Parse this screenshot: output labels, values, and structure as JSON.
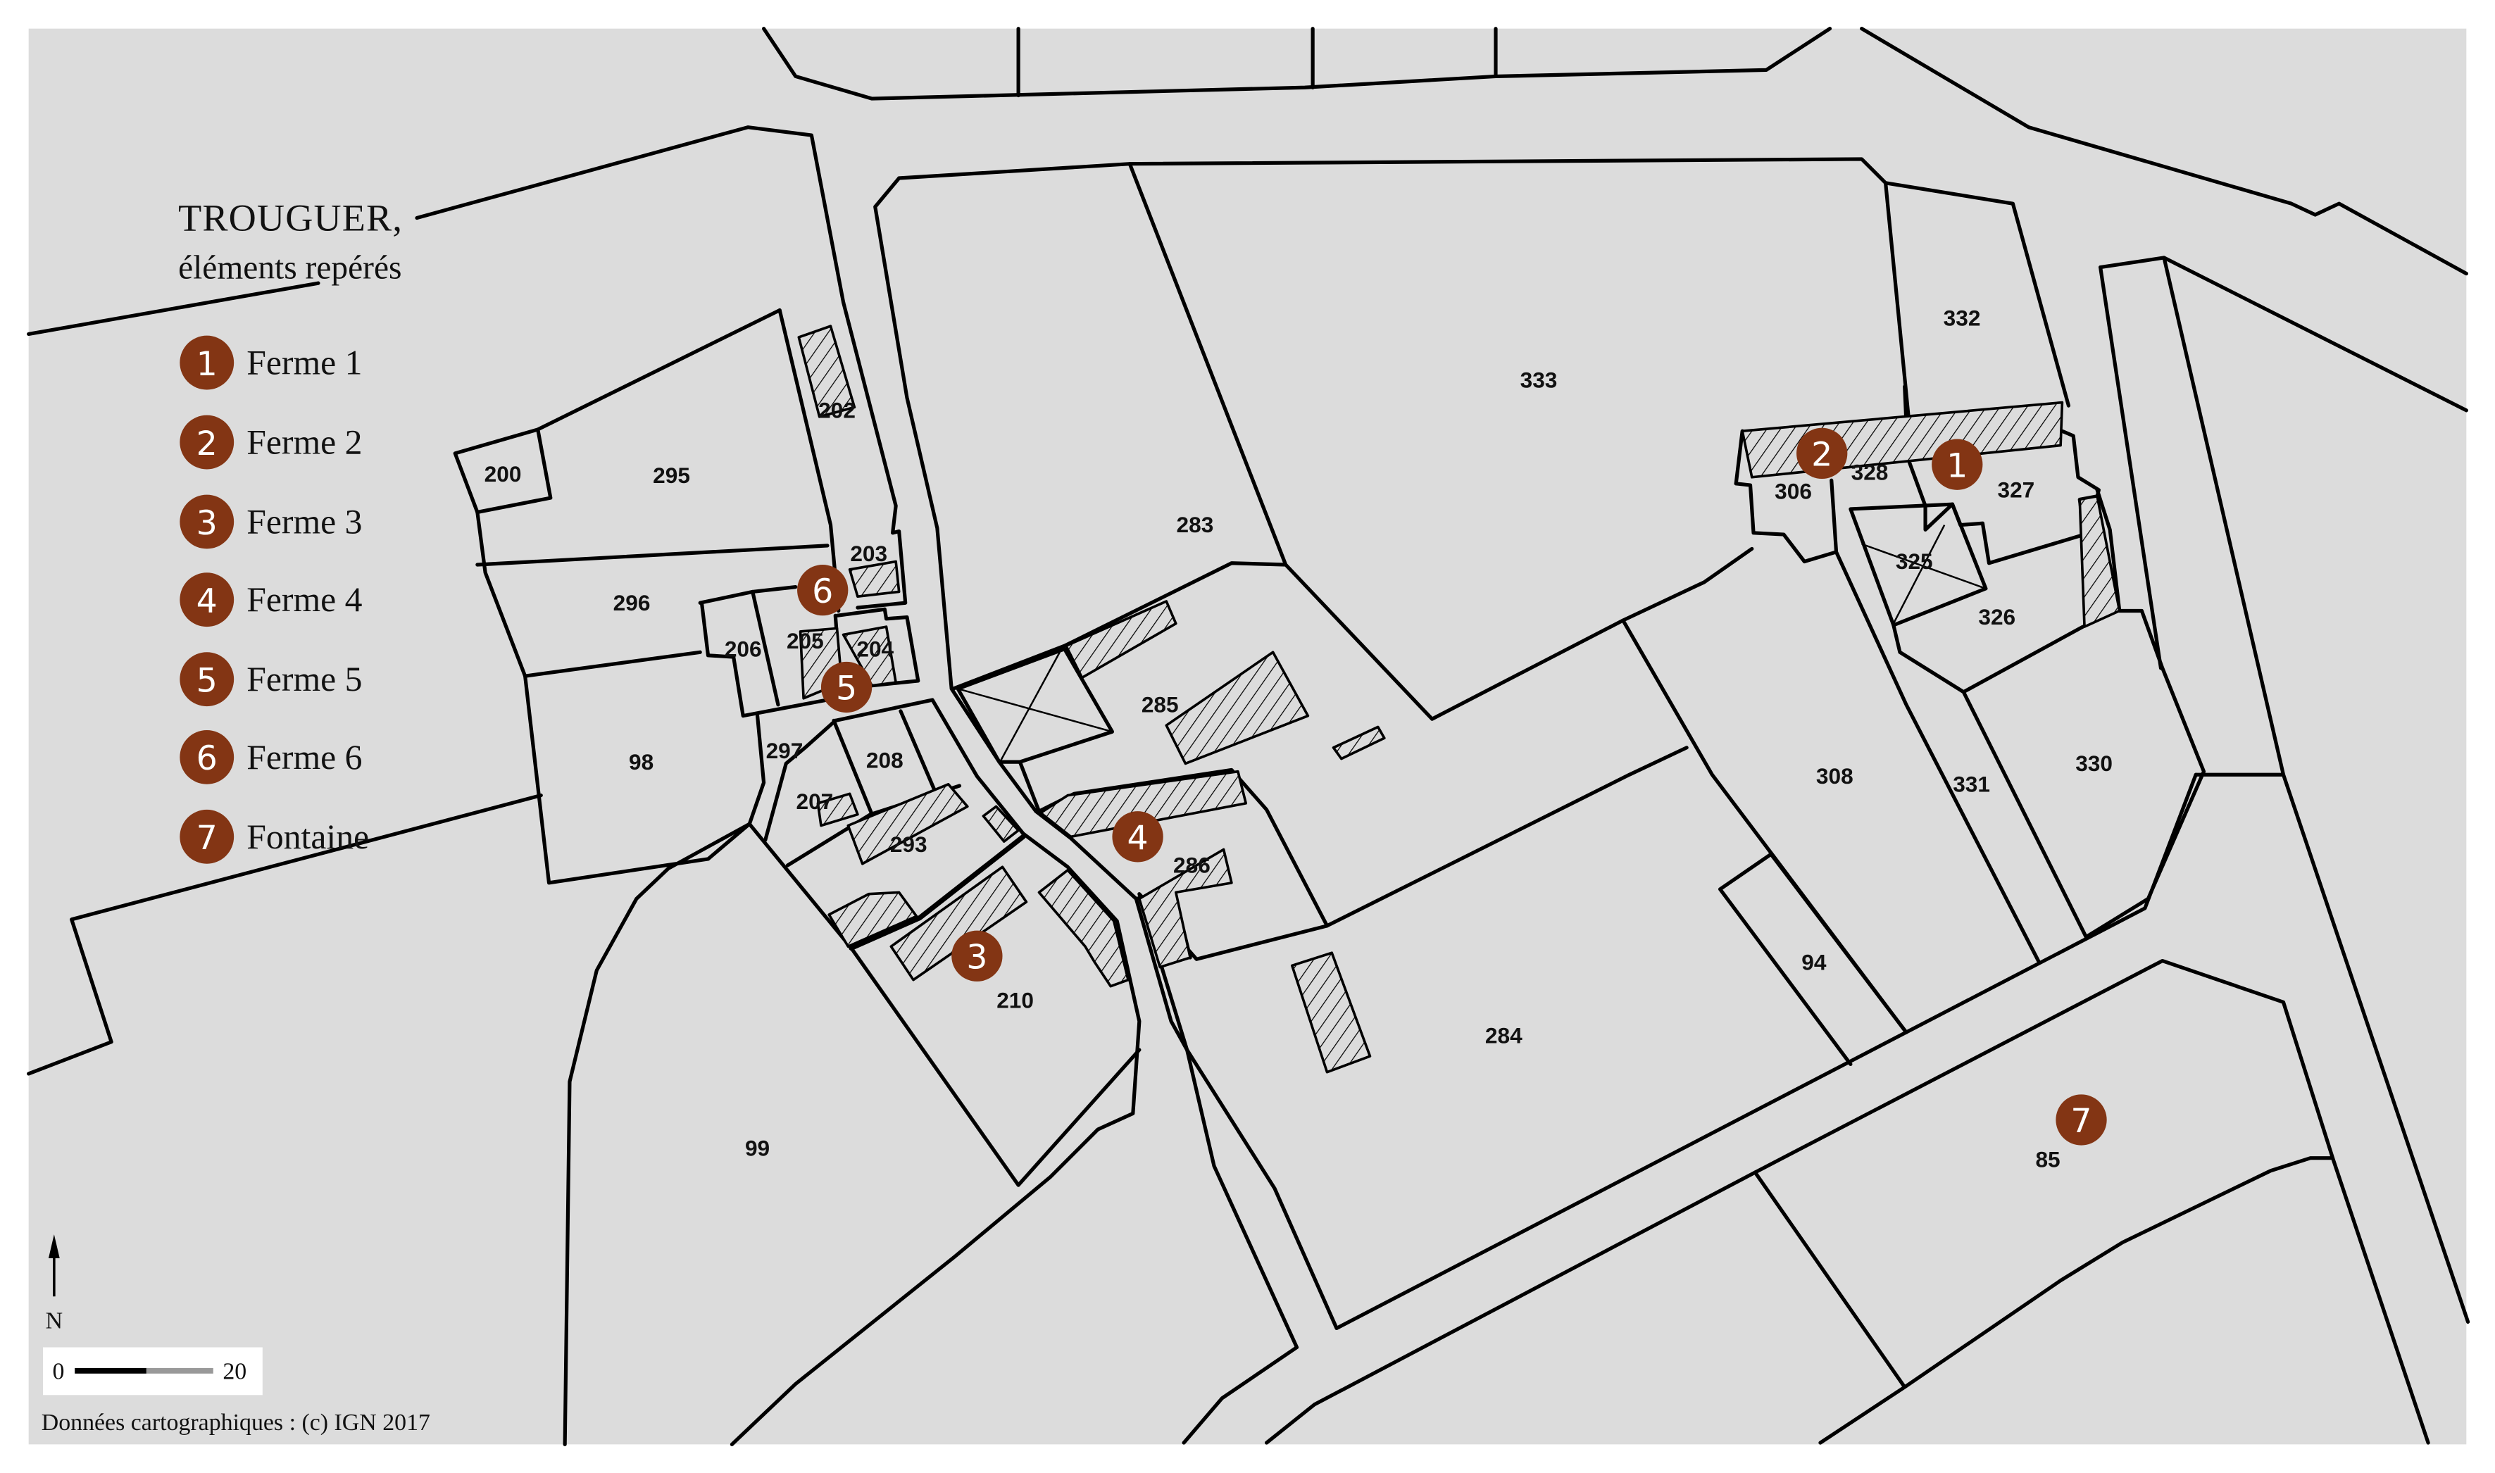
{
  "legend": {
    "title": "TROUGUER,",
    "subtitle": "éléments repérés",
    "items": [
      {
        "num": "1",
        "label": "Ferme 1"
      },
      {
        "num": "2",
        "label": "Ferme 2"
      },
      {
        "num": "3",
        "label": "Ferme 3"
      },
      {
        "num": "4",
        "label": "Ferme 4"
      },
      {
        "num": "5",
        "label": "Ferme 5"
      },
      {
        "num": "6",
        "label": "Ferme 6"
      },
      {
        "num": "7",
        "label": "Fontaine"
      }
    ]
  },
  "north_label": "N",
  "scale": {
    "min": "0",
    "max": "20"
  },
  "credits": "Données cartographiques : (c) IGN 2017",
  "parcels": [
    "200",
    "295",
    "202",
    "296",
    "203",
    "206",
    "205",
    "204",
    "98",
    "297",
    "208",
    "207",
    "293",
    "210",
    "99",
    "283",
    "285",
    "286",
    "284",
    "333",
    "332",
    "306",
    "328",
    "327",
    "325",
    "326",
    "308",
    "331",
    "330",
    "94",
    "85"
  ],
  "marker_color": "#833514",
  "map_background": "#dcdcdc"
}
